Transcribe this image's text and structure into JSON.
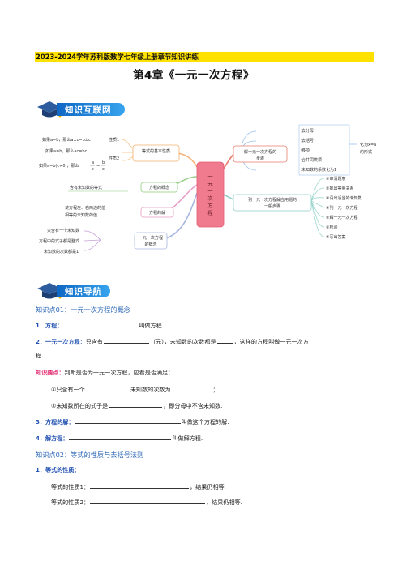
{
  "header": {
    "series_title": "2023-2024学年苏科版数学七年级上册章节知识讲练",
    "chapter_title": "第4章《一元一次方程》"
  },
  "banners": {
    "network": "知识互联网",
    "guide": "知识导航"
  },
  "mindmap": {
    "center": "一元一次方程",
    "props_title": "等式的基本性质",
    "prop1_formula": "如果a=b，那么a±c=b±c",
    "prop1_label": "性质1",
    "prop2_formula_a": "如果a=b，那么ac=bc",
    "prop2_formula_b_prefix": "如果a=b(c≠0)，那么",
    "prop2_frac_num_left": "a",
    "prop2_frac_den_left": "c",
    "prop2_eq": "=",
    "prop2_frac_num_right": "b",
    "prop2_frac_den_right": "c",
    "prop2_label": "性质2",
    "concept_item": "含有未知数的等式",
    "concept": "方程的概念",
    "solution_item_1": "使方程左、右两边的值",
    "solution_item_2": "相等的未知数的值",
    "solution": "方程的解",
    "linear_items": [
      "只含有一个未知数",
      "方程中的式子都是整式",
      "未知数的次数都是1"
    ],
    "linear_concept_1": "一元一次方程",
    "linear_concept_2": "的概念",
    "solve_steps_1": "解一元一次方程的",
    "solve_steps_2": "步骤",
    "solve_items": [
      "去分母",
      "去括号",
      "移项",
      "合并同类项",
      "未知数的系数化为1"
    ],
    "form_note_1": "化为x=a",
    "form_note_2": "的形式",
    "apply_1": "列一元一次方程解应用题的",
    "apply_2": "一般步骤",
    "apply_items": [
      "①审清题意",
      "②找出等量关系",
      "③设出适当的未知数",
      "④列一元一次方程",
      "⑤解一元一次方程",
      "⑥检验",
      "⑦写出答案"
    ]
  },
  "kp1": {
    "title": "知识点01：一元一次方程的概念",
    "item1_label": "1．方程：",
    "item1_tail": "叫做方程.",
    "item2_label": "2．一元一次方程：",
    "item2_a": "只含有",
    "item2_b": "（元），未知数的次数都是",
    "item2_c": "，这样的方程叫做一元一次方",
    "item2_d": "程.",
    "key_label": "知识要点：",
    "key_text": "判断是否为一元一次方程，应看是否满足：",
    "key1_a": "①只含有一个",
    "key1_b": "未知数的次数为",
    "key1_c": "；",
    "key2_a": "②未知数所在的式子是",
    "key2_b": "，即分母中不含未知数.",
    "item3_label": "3．方程的解：",
    "item3_tail": "叫做这个方程的解.",
    "item4_label": "4．解方程：",
    "item4_tail": "叫做解方程."
  },
  "kp2": {
    "title": "知识点02：等式的性质与去括号法则",
    "item1_label": "1．等式的性质：",
    "prop1_a": "等式的性质1：",
    "prop1_b": "，结果仍相等.",
    "prop2_a": "等式的性质2：",
    "prop2_b": "，结果仍相等."
  }
}
